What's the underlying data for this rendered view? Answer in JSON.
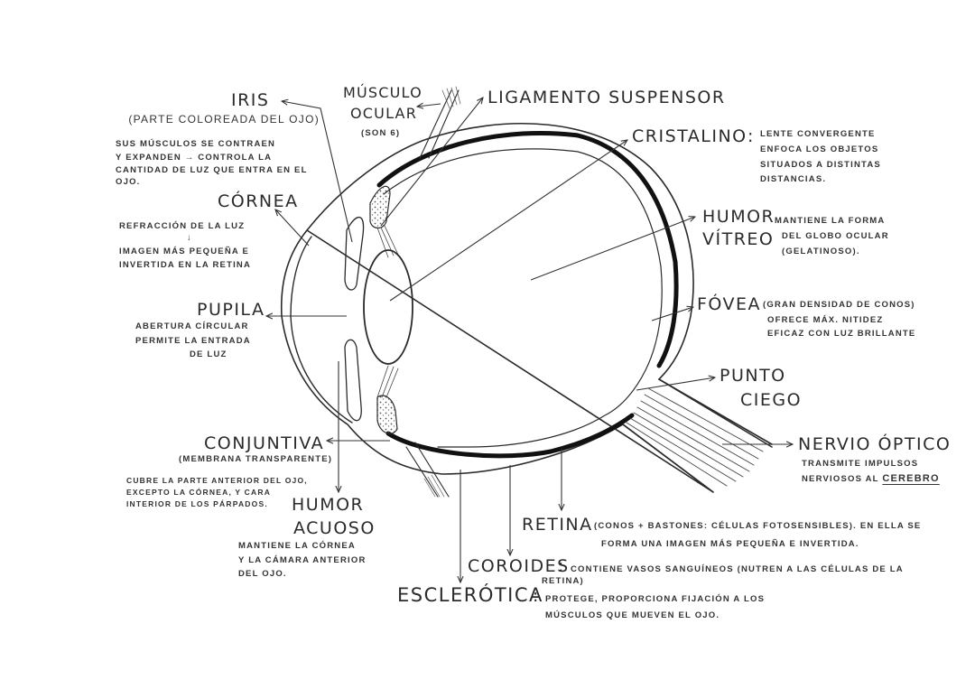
{
  "diagram": {
    "title": "",
    "subject": "Eye anatomy (cross-section)",
    "labels": {
      "iris": {
        "name": "IRIS",
        "subtitle": "(PARTE COLOREADA DEL OJO)",
        "desc": [
          "SUS MÚSCULOS SE CONTRAEN",
          "Y EXPANDEN → CONTROLA LA",
          "CANTIDAD DE LUZ QUE ENTRA EN EL",
          "OJO."
        ]
      },
      "cornea": {
        "name": "CÓRNEA",
        "desc": [
          "REFRACCIÓN DE LA LUZ",
          "↓",
          "IMAGEN MÁS PEQUEÑA E",
          "INVERTIDA EN LA RETINA"
        ]
      },
      "pupila": {
        "name": "PUPILA",
        "desc": [
          "ABERTURA CÍRCULAR",
          "PERMITE LA ENTRADA",
          "DE LUZ"
        ]
      },
      "conjuntiva": {
        "name": "CONJUNTIVA",
        "subtitle": "(MEMBRANA TRANSPARENTE)",
        "desc": [
          "CUBRE LA PARTE ANTERIOR DEL OJO,",
          "EXCEPTO LA CÓRNEA, Y CARA",
          "INTERIOR DE LOS PÁRPADOS."
        ]
      },
      "humor_acuoso": {
        "name_line1": "HUMOR",
        "name_line2": "ACUOSO",
        "desc": [
          "MANTIENE LA CÓRNEA",
          "Y LA CÁMARA ANTERIOR",
          "DEL OJO."
        ]
      },
      "musculo_ocular": {
        "name_line1": "MÚSCULO",
        "name_line2": "OCULAR",
        "note": "(SON 6)"
      },
      "ligamento": {
        "name": "LIGAMENTO SUSPENSOR"
      },
      "cristalino": {
        "name": "CRISTALINO",
        "sep": ":",
        "desc": [
          "LENTE CONVERGENTE",
          "ENFOCA LOS OBJETOS",
          "SITUADOS A DISTINTAS",
          "DISTANCIAS."
        ]
      },
      "humor_vitreo": {
        "name_line1": "HUMOR",
        "name_line2": "VÍTREO",
        "sep": ":",
        "desc": [
          "MANTIENE LA FORMA",
          "DEL GLOBO OCULAR",
          "(GELATINOSO)."
        ]
      },
      "fovea": {
        "name": "FÓVEA",
        "desc_inline": "(GRAN DENSIDAD DE CONOS)",
        "desc": [
          "OFRECE MÁX. NITIDEZ",
          "EFICAZ CON LUZ BRILLANTE"
        ]
      },
      "punto_ciego": {
        "name_line1": "PUNTO",
        "name_line2": "CIEGO"
      },
      "nervio_optico": {
        "name": "NERVIO ÓPTICO",
        "desc1": "TRANSMITE IMPULSOS",
        "desc2_prefix": "NERVIOSOS AL",
        "desc2_emph": "CEREBRO"
      },
      "retina": {
        "name": "RETINA",
        "desc_inline": "(CONOS + BASTONES: CÉLULAS FOTOSENSIBLES). EN ELLA SE",
        "desc2": "FORMA UNA IMAGEN MÁS PEQUEÑA E INVERTIDA."
      },
      "coroides": {
        "name": "COROIDES",
        "sep": ":",
        "desc_inline": "CONTIENE VASOS SANGUÍNEOS (NUTREN A LAS CÉLULAS DE LA",
        "desc2": "RETINA)"
      },
      "esclerotica": {
        "name": "ESCLERÓTICA",
        "sep": ":",
        "desc_inline": "PROTEGE, PROPORCIONA FIJACIÓN A LOS",
        "desc2": "MÚSCULOS QUE MUEVEN EL OJO."
      }
    },
    "colors": {
      "ink": "#2b2b2b",
      "background": "#ffffff",
      "choroid": "#111111"
    }
  }
}
